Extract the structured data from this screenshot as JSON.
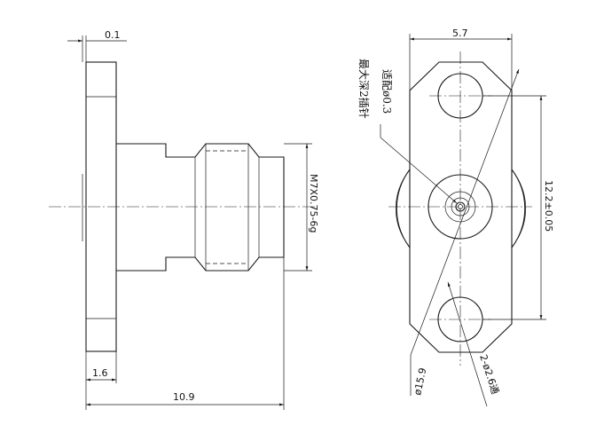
{
  "side_view": {
    "dim_flange_offset": "0.1",
    "dim_flange_thickness": "1.6",
    "dim_total_length": "10.9",
    "thread_spec": "M7X0.75-6g"
  },
  "front_view": {
    "dim_width": "5.7",
    "dim_hole_spacing": "12.2±0.05",
    "dim_diameter": "ø15.9",
    "dim_holes": "2-ø2.6通",
    "note_line1": "适配ø0.3",
    "note_line2": "最大深2插针"
  }
}
